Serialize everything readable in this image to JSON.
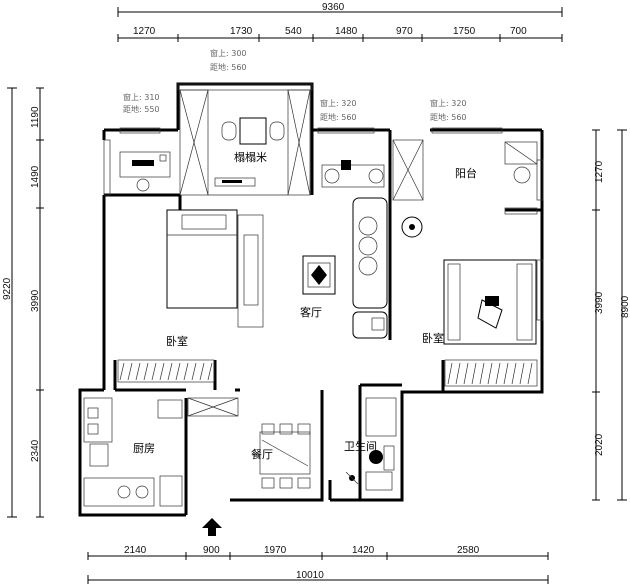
{
  "dimensions": {
    "top_total": "9360",
    "top_segments": [
      "1270",
      "1730",
      "540",
      "1480",
      "970",
      "1750",
      "700"
    ],
    "bottom_total": "10010",
    "bottom_segments": [
      "2140",
      "900",
      "1970",
      "1420",
      "2580"
    ],
    "left_total": "9220",
    "left_segments": [
      "1190",
      "1490",
      "3990",
      "2340"
    ],
    "right_total": "8900",
    "right_segments": [
      "1270",
      "3990",
      "2020"
    ]
  },
  "rooms": {
    "tatami": "榻榻米",
    "balcony": "阳台",
    "bedroom_left": "卧室",
    "living": "客厅",
    "bedroom_right": "卧室",
    "kitchen": "厨房",
    "dining": "餐厅",
    "bathroom": "卫生间"
  },
  "window_notes": {
    "w1_sill": "窗上: 310",
    "w1_floor": "距地: 550",
    "w2_sill": "窗上: 300",
    "w2_floor": "距地: 560",
    "w3_sill": "窗上: 320",
    "w3_floor": "距地: 560",
    "w4_sill": "窗上: 320",
    "w4_floor": "距地: 560"
  }
}
